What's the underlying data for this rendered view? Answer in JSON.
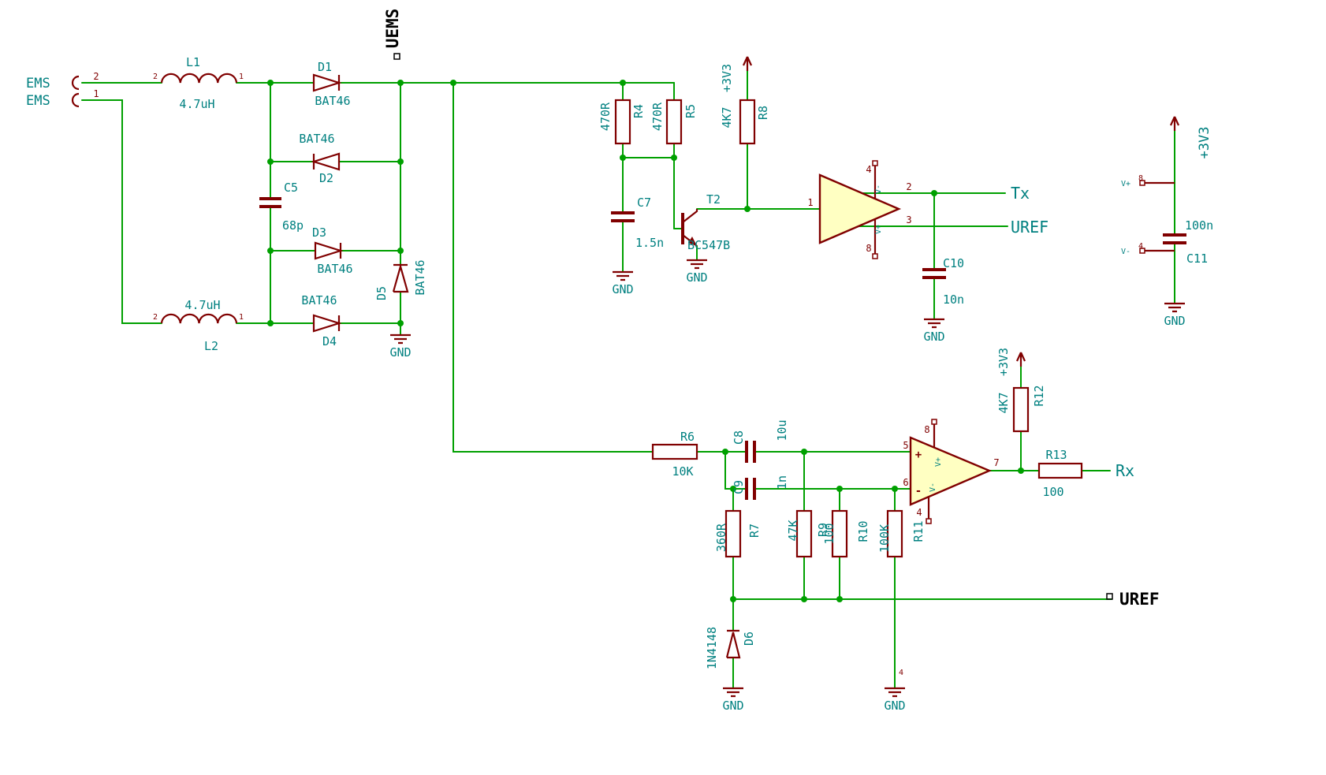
{
  "colors": {
    "wire": "#00A000",
    "symbol": "#800000",
    "text": "#008080",
    "net_label": "#000000",
    "opamp_fill": "#FFFFC2",
    "background": "#FFFFFF"
  },
  "net": {
    "uems": "UEMS",
    "tx": "Tx",
    "uref_mid": "UREF",
    "rx": "Rx",
    "uref_bottom": "UREF"
  },
  "pw": {
    "v33": "+3V3",
    "gnd": "GND"
  },
  "conn": {
    "label_top": "EMS",
    "label_bottom": "EMS",
    "pin_top": "2",
    "pin_bottom": "1"
  },
  "cmp": {
    "l1": {
      "ref": "L1",
      "value": "4.7uH",
      "pin_l": "2",
      "pin_r": "1"
    },
    "l2": {
      "ref": "L2",
      "value": "4.7uH",
      "pin_l": "2",
      "pin_r": "1"
    },
    "d1": {
      "ref": "D1",
      "value": "BAT46"
    },
    "d2": {
      "ref": "D2",
      "value": "BAT46"
    },
    "d3": {
      "ref": "D3",
      "value": "BAT46"
    },
    "d4": {
      "ref": "D4",
      "value": "BAT46"
    },
    "d5": {
      "ref": "D5",
      "value": "BAT46"
    },
    "d6": {
      "ref": "D6",
      "value": "1N4148"
    },
    "c5": {
      "ref": "C5",
      "value": "68p"
    },
    "c7": {
      "ref": "C7",
      "value": "1.5n"
    },
    "c8": {
      "ref": "C8",
      "value": "10u"
    },
    "c9": {
      "ref": "C9",
      "value": "1n"
    },
    "c10": {
      "ref": "C10",
      "value": "10n"
    },
    "c11": {
      "ref": "C11",
      "value": "100n"
    },
    "r4": {
      "ref": "R4",
      "value": "470R"
    },
    "r5": {
      "ref": "R5",
      "value": "470R"
    },
    "r6": {
      "ref": "R6",
      "value": "10K"
    },
    "r7": {
      "ref": "R7",
      "value": "360R"
    },
    "r8": {
      "ref": "R8",
      "value": "4K7"
    },
    "r9": {
      "ref": "R9",
      "value": "47K"
    },
    "r10": {
      "ref": "R10",
      "value": "100"
    },
    "r11": {
      "ref": "R11",
      "value": "100K"
    },
    "r12": {
      "ref": "R12",
      "value": "4K7"
    },
    "r13": {
      "ref": "R13",
      "value": "100"
    },
    "t2": {
      "ref": "T2",
      "value": "BC547B"
    }
  },
  "op1": {
    "p_in": "1",
    "p_out_a": "2",
    "p_out_b": "3",
    "p_top": "4",
    "p_bot": "8",
    "vminus": "V-",
    "vplus": "V+"
  },
  "op2": {
    "p_plus": "5",
    "p_minus": "6",
    "p_out": "7",
    "p_top": "8",
    "p_bot": "4",
    "vplus": "V+",
    "vminus": "V-",
    "sign_plus": "+",
    "sign_minus": "-"
  },
  "pu": {
    "p8": "8",
    "p4": "4",
    "vplus": "V+",
    "vminus": "V-",
    "stub4": "4"
  }
}
